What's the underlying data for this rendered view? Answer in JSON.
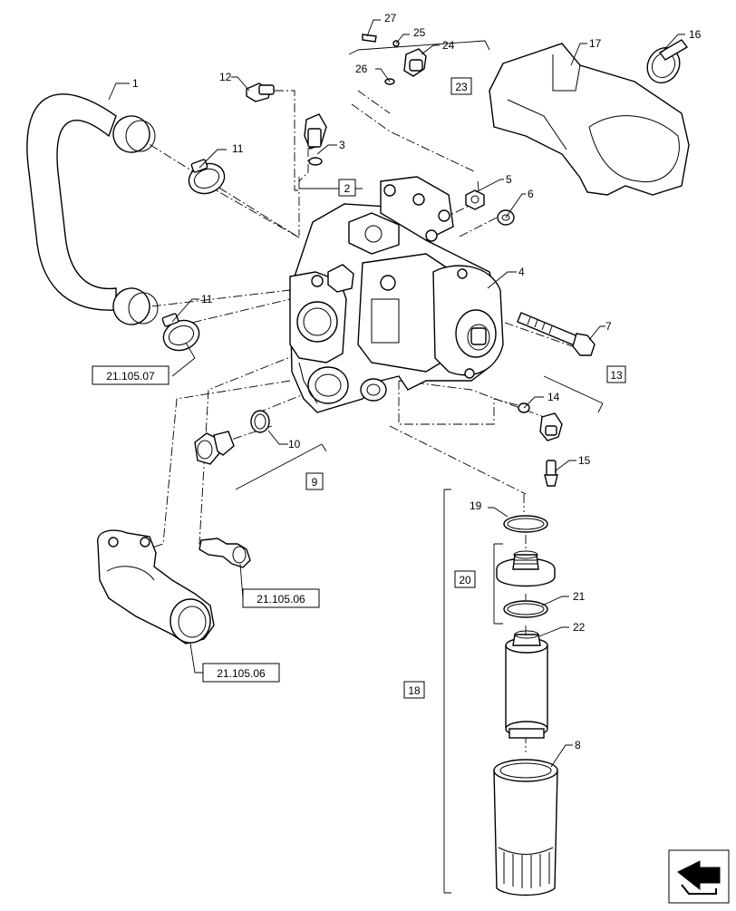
{
  "callouts": [
    "1",
    "2",
    "3",
    "4",
    "5",
    "6",
    "7",
    "8",
    "9",
    "10",
    "11",
    "11",
    "12",
    "13",
    "14",
    "15",
    "16",
    "17",
    "18",
    "19",
    "20",
    "21",
    "22",
    "23",
    "24",
    "25",
    "26",
    "27"
  ],
  "references": [
    "21.105.07",
    "21.105.06",
    "21.105.06"
  ]
}
